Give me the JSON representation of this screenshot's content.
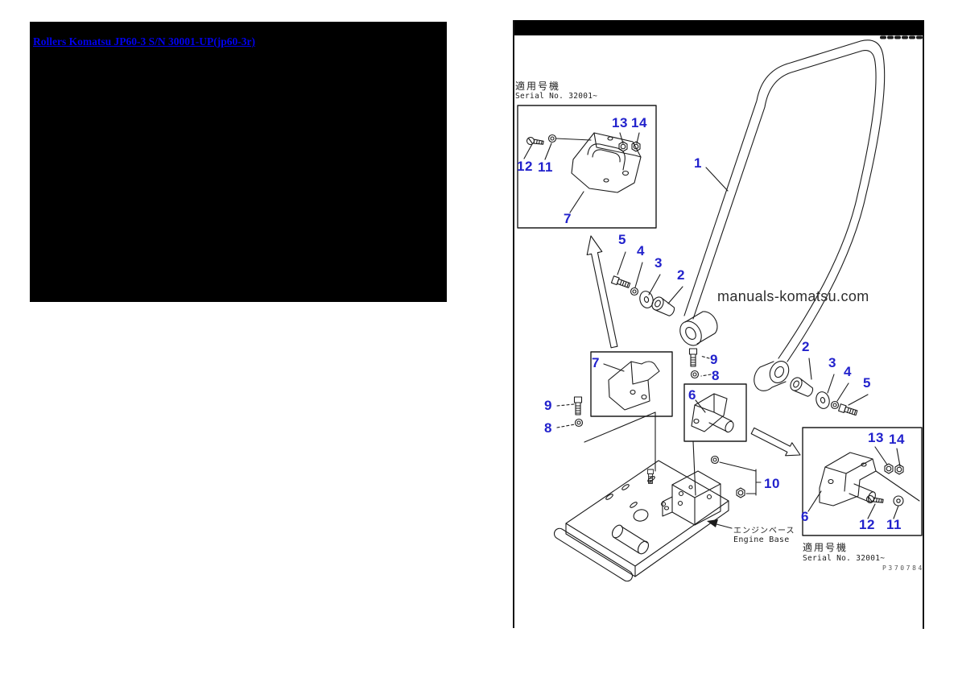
{
  "page": {
    "link_label": "Rollers Komatsu JP60-3 S/N 30001-UP(jp60-3r)",
    "colors": {
      "link": "#0000EE",
      "panel": "#000000",
      "callout": "#2222CC",
      "line": "#1b1b1b"
    }
  },
  "diagram": {
    "figure_code": "P370784",
    "watermark": "manuals-komatsu.com",
    "top_inset": {
      "applicable_label_jp": "適用号機",
      "serial": "Serial No. 32001~"
    },
    "bottom_inset": {
      "applicable_label_jp": "適用号機",
      "serial": "Serial No. 32001~"
    },
    "engine_base": {
      "label_jp": "エンジンベース",
      "label_en": "Engine Base"
    },
    "callouts": [
      "1",
      "13",
      "14",
      "12",
      "11",
      "7",
      "5",
      "4",
      "3",
      "2",
      "7",
      "9",
      "8",
      "9",
      "8",
      "6",
      "2",
      "3",
      "4",
      "5",
      "10",
      "13",
      "14",
      "6",
      "12",
      "11"
    ]
  }
}
